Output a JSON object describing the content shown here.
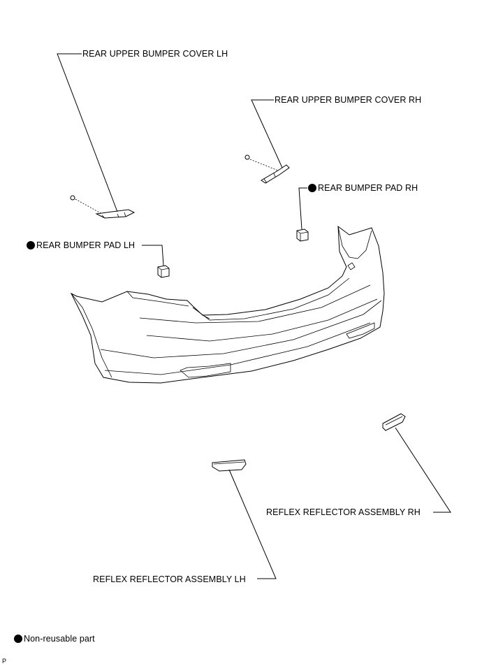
{
  "labels": {
    "upper_cover_lh": "REAR UPPER BUMPER COVER LH",
    "upper_cover_rh": "REAR UPPER BUMPER COVER RH",
    "pad_rh": "REAR BUMPER PAD RH",
    "pad_lh": "REAR BUMPER PAD LH",
    "reflector_rh": "REFLEX REFLECTOR ASSEMBLY RH",
    "reflector_lh": "REFLEX REFLECTOR ASSEMBLY LH"
  },
  "legend": {
    "non_reusable": "Non-reusable part"
  },
  "corner_code": "P"
}
